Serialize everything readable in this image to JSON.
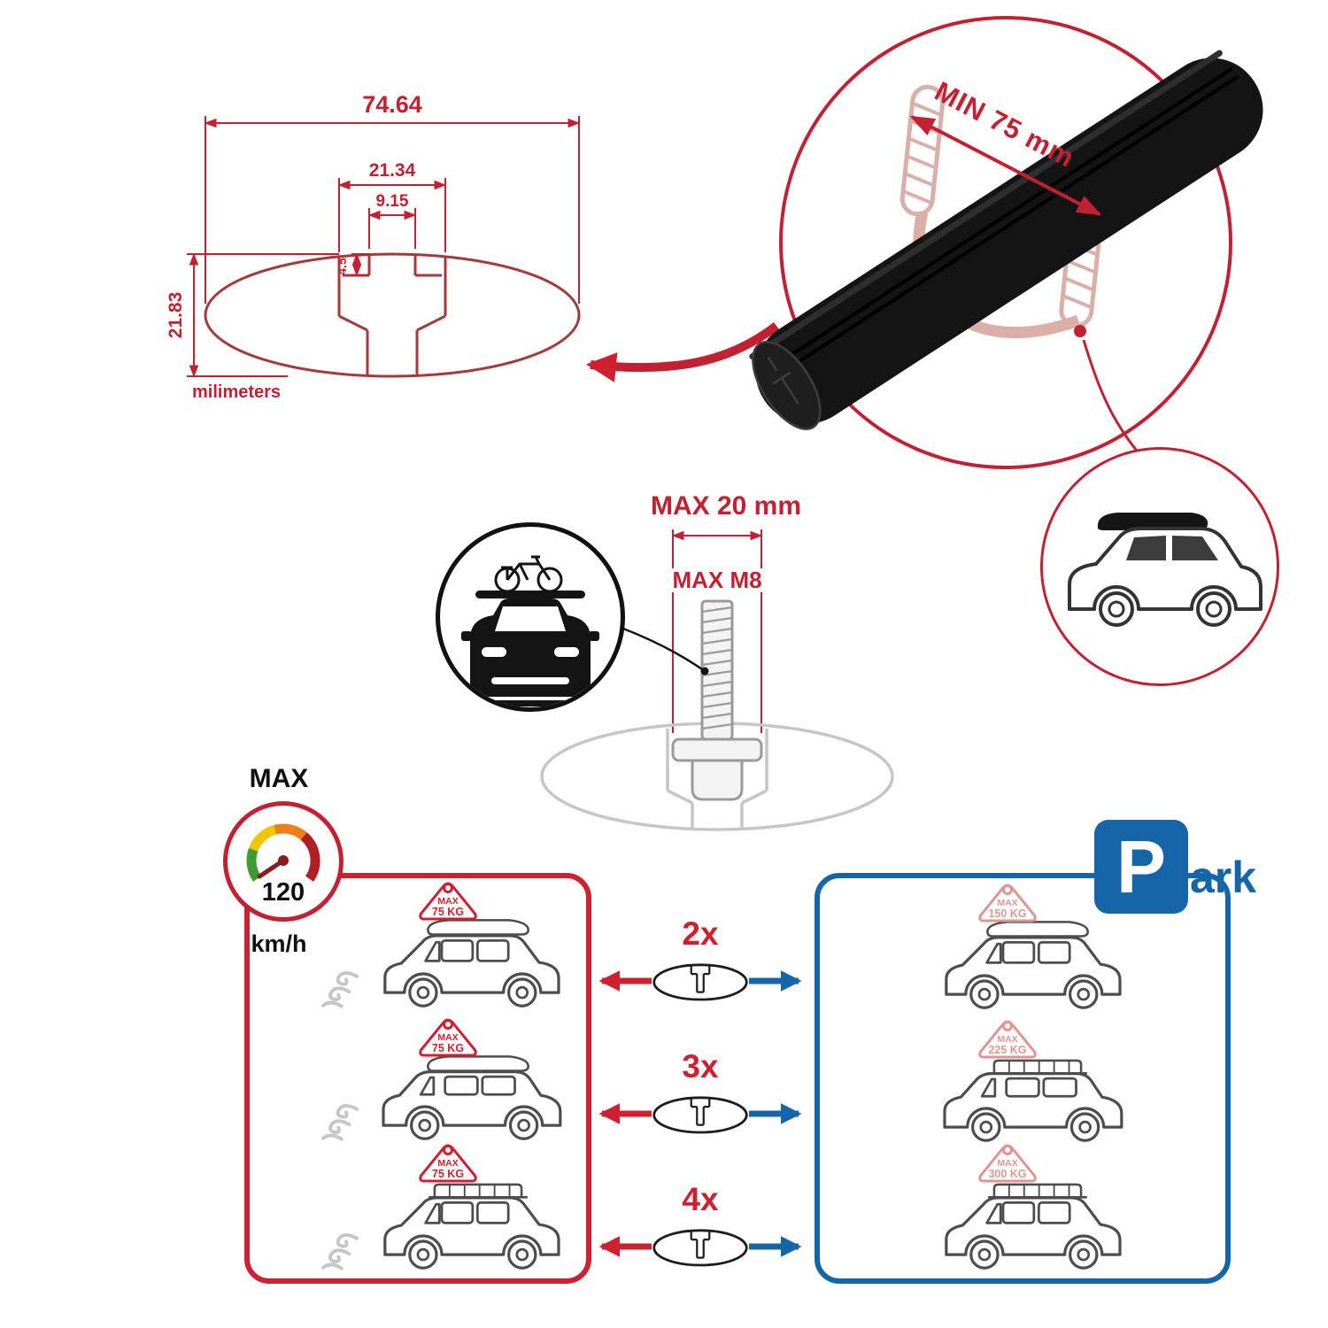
{
  "dimension_diagram": {
    "width_total": "74.64",
    "channel_outer_width": "21.34",
    "channel_inner_width": "9.15",
    "lip_depth": "4.5",
    "height_total": "21.83",
    "unit_label": "milimeters"
  },
  "crossbar_detail": {
    "min_length_label": "MIN 75 mm"
  },
  "bolt_diagram": {
    "max_width_label": "MAX 20 mm",
    "thread_label": "MAX M8"
  },
  "speed_limit": {
    "max_label": "MAX",
    "value": "120",
    "unit": "km/h"
  },
  "park_sign": {
    "letter": "P",
    "suffix": "ark"
  },
  "crossbar_counts": [
    "2x",
    "3x",
    "4x"
  ],
  "driving_loads": [
    {
      "label": "MAX",
      "value": "75 KG"
    },
    {
      "label": "MAX",
      "value": "75 KG"
    },
    {
      "label": "MAX",
      "value": "75 KG"
    }
  ],
  "parked_loads": [
    {
      "label": "MAX",
      "value": "150 KG"
    },
    {
      "label": "MAX",
      "value": "225 KG"
    },
    {
      "label": "MAX",
      "value": "300 KG"
    }
  ],
  "colors": {
    "red": "#c32032",
    "blue": "#1565a8",
    "pink": "#de9693",
    "bar_black": "#141414",
    "profile_gray": "#c6c6c6",
    "car_line_gray": "#4d4d4d"
  }
}
